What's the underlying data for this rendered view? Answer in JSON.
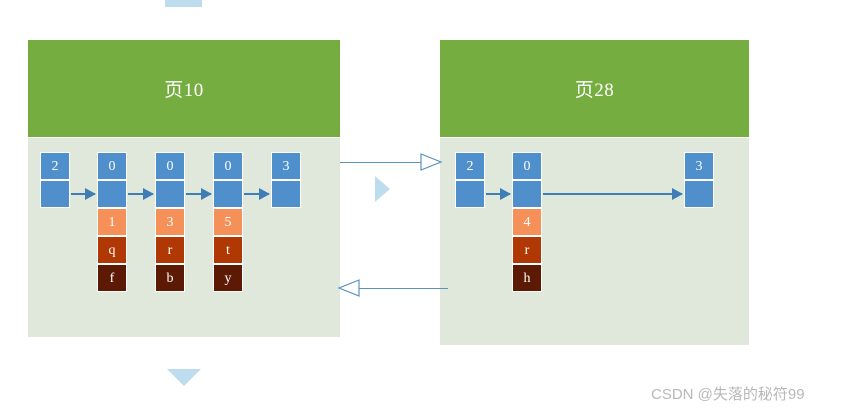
{
  "diagram": {
    "title_left": "页10",
    "title_right": "页28",
    "accent_green": "#76AD41",
    "panel_body": "#DFE8DA",
    "node_blue": "#4E8FCC",
    "cell_orange": "#F59058",
    "cell_rust": "#B03805",
    "cell_brown": "#5C1A04",
    "arrow_blue": "#3E7DB5",
    "hollow_arrow_blue": "#5B92BE",
    "decor_light_blue": "#BDDCEE"
  },
  "left_page": {
    "title": "页10",
    "nodes": [
      {
        "key": "2",
        "has_payload": false,
        "payload": []
      },
      {
        "key": "0",
        "has_payload": true,
        "payload": [
          "1",
          "q",
          "f"
        ]
      },
      {
        "key": "0",
        "has_payload": true,
        "payload": [
          "3",
          "r",
          "b"
        ]
      },
      {
        "key": "0",
        "has_payload": true,
        "payload": [
          "5",
          "t",
          "y"
        ]
      },
      {
        "key": "3",
        "has_payload": false,
        "payload": []
      }
    ],
    "link_arrow_count": 4
  },
  "right_page": {
    "title": "页28",
    "nodes": [
      {
        "key": "2",
        "has_payload": false,
        "payload": []
      },
      {
        "key": "0",
        "has_payload": true,
        "payload": [
          "4",
          "r",
          "h"
        ]
      },
      {
        "key": "3",
        "has_payload": false,
        "payload": []
      }
    ],
    "link_arrow_count": 2
  },
  "connectors": {
    "top_direction": "right",
    "bottom_direction": "left"
  },
  "decorations": {
    "top_rect": "light-blue-rectangle",
    "middle_triangle": "light-blue-right-triangle",
    "bottom_triangle": "light-blue-down-triangle"
  },
  "watermark": {
    "text": "CSDN @失落的秘符99"
  }
}
